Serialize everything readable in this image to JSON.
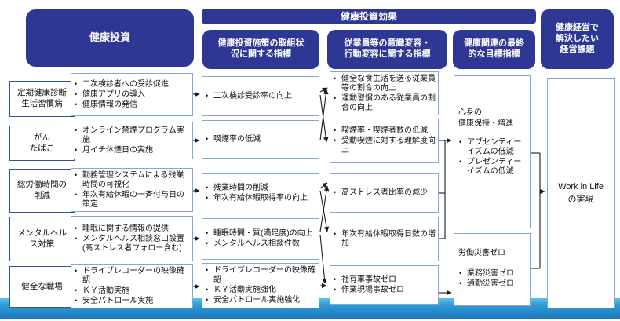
{
  "banner": {
    "investment_effect": "健康投資効果"
  },
  "headers": {
    "investment": "健康投資",
    "implementation": "健康投資施策の取組状\n況に関する指標",
    "behavior": "従業員等の意識変容・\n行動変容に関する指標",
    "final": "健康関連の最終\n的な目標指標",
    "management": "健康経営で\n解決したい\n経営課題"
  },
  "categories": [
    "定期健康診断\n生活習慣病",
    "がん\nたばこ",
    "総労働時間の\n削減",
    "メンタルヘル\nス対策",
    "健全な職場"
  ],
  "investments": [
    {
      "items": [
        "二次検診者への受診促進",
        "健康アプリの導入",
        "健康情報の発信"
      ]
    },
    {
      "items": [
        "オンライン禁煙プログラム実施",
        "月イチ休煙日の実施"
      ]
    },
    {
      "items": [
        "勤務管理システムによる残業時間の可視化",
        "年次有給休暇の一斉付与日の策定"
      ]
    },
    {
      "items": [
        "睡眠に関する情報の提供",
        "メンタルヘルス相談窓口設置(高ストレス者フォロー含む)"
      ]
    },
    {
      "items": [
        "ドライブレコーダーの映像確認",
        "ＫＹ活動実施",
        "安全パトロール実施"
      ]
    }
  ],
  "implementation_indicators": [
    {
      "items": [
        "二次検診受診率の向上"
      ]
    },
    {
      "items": [
        "喫煙率の低減"
      ]
    },
    {
      "items": [
        "残業時間の削減",
        "年次有給休暇取得率の向上"
      ]
    },
    {
      "items": [
        "睡眠時間・質(満足度)の向上",
        "メンタルヘルス相談件数"
      ]
    },
    {
      "items": [
        "ドライブレコーダーの映像確認",
        "ＫＹ活動実施強化",
        "安全パトロール実施強化"
      ]
    }
  ],
  "behavior_indicators": [
    {
      "items": [
        "健全な食生活を送る従業員等の割合の向上",
        "運動習慣のある従業員の割合の向上"
      ]
    },
    {
      "items": [
        "喫煙率・喫煙者数の低減",
        "受動喫煙に対する理解度向上"
      ]
    },
    {
      "items": [
        "高ストレス者比率の減少"
      ]
    },
    {
      "items": [
        "年次有給休暇取得日数の増加"
      ]
    },
    {
      "items": [
        "社有車事故ゼロ",
        "作業現場事故ゼロ"
      ]
    }
  ],
  "final_targets": [
    {
      "heading": "心身の\n健康保持・増進",
      "items": [
        "アブセンティーイズムの低減",
        "プレゼンティーイズムの低減"
      ]
    },
    {
      "heading": "労働災害ゼロ",
      "items": [
        "業務災害ゼロ",
        "通勤災害ゼロ"
      ]
    }
  ],
  "goal": {
    "text": "Work in Life\nの実現"
  },
  "colors": {
    "header_blue": "#2e3794",
    "category_border": "#2f5597",
    "box_border": "#84a7d8",
    "band_light": "#5cc0e8",
    "band_dark": "#1b74bc",
    "arrow": "#1a1a1a"
  }
}
